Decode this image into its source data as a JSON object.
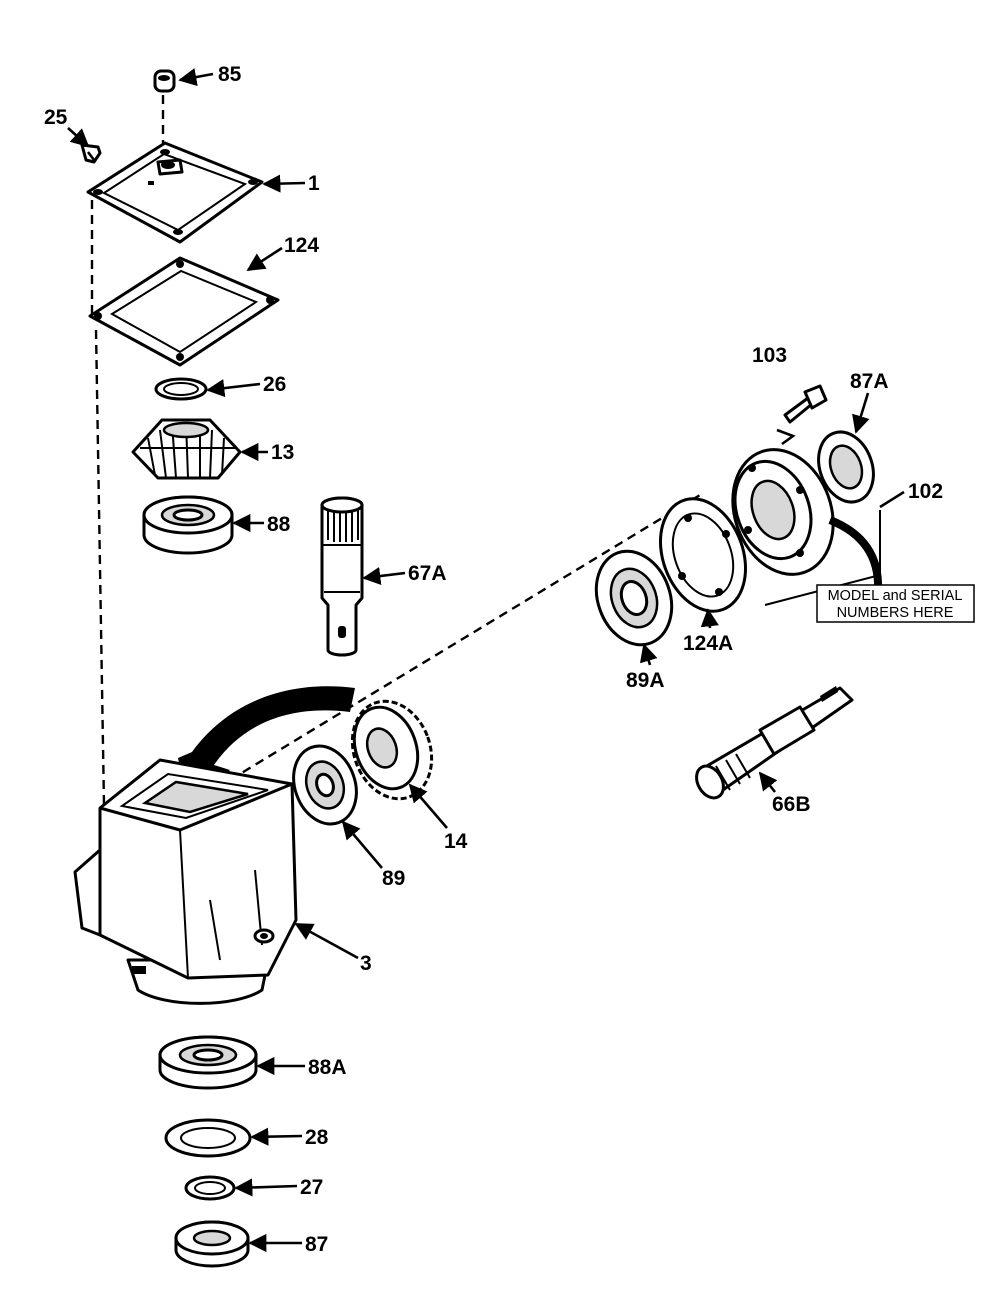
{
  "callouts": [
    "85",
    "25",
    "1",
    "124",
    "26",
    "13",
    "88",
    "67A",
    "103",
    "87A",
    "102",
    "89A",
    "124A",
    "66B",
    "89",
    "14",
    "3",
    "88A",
    "28",
    "27",
    "87"
  ],
  "note": {
    "line1": "MODEL and SERIAL",
    "line2": "NUMBERS HERE"
  }
}
